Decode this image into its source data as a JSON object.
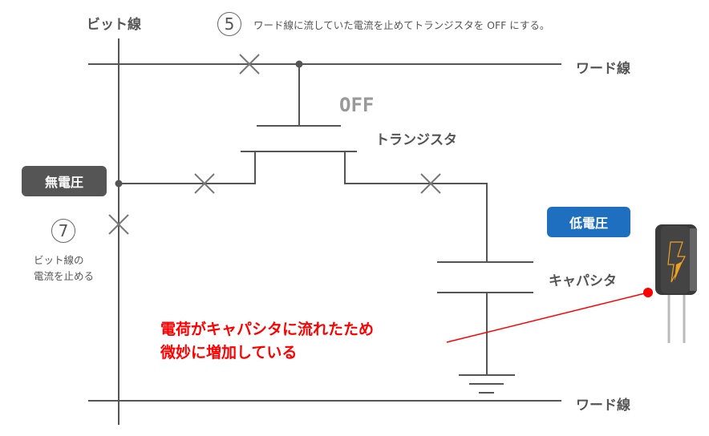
{
  "labels": {
    "bit_line": "ビット線",
    "word_line_top": "ワード線",
    "word_line_bottom": "ワード線",
    "off": "OFF",
    "transistor": "トランジスタ",
    "capacitor": "キャパシタ"
  },
  "step5": {
    "number": "5",
    "text": "ワード線に流していた電流を止めてトランジスタを OFF にする。"
  },
  "step7": {
    "number": "7",
    "line1": "ビット線の",
    "line2": "電流を止める"
  },
  "badges": {
    "no_voltage": "無電圧",
    "low_voltage": "低電圧"
  },
  "colors": {
    "line": "#555555",
    "badge_gray": "#555555",
    "badge_blue": "#1e6fc0",
    "annotation": "#ff0000"
  },
  "annotation": {
    "line1": "電荷がキャパシタに流れたため",
    "line2": "微妙に増加している"
  }
}
